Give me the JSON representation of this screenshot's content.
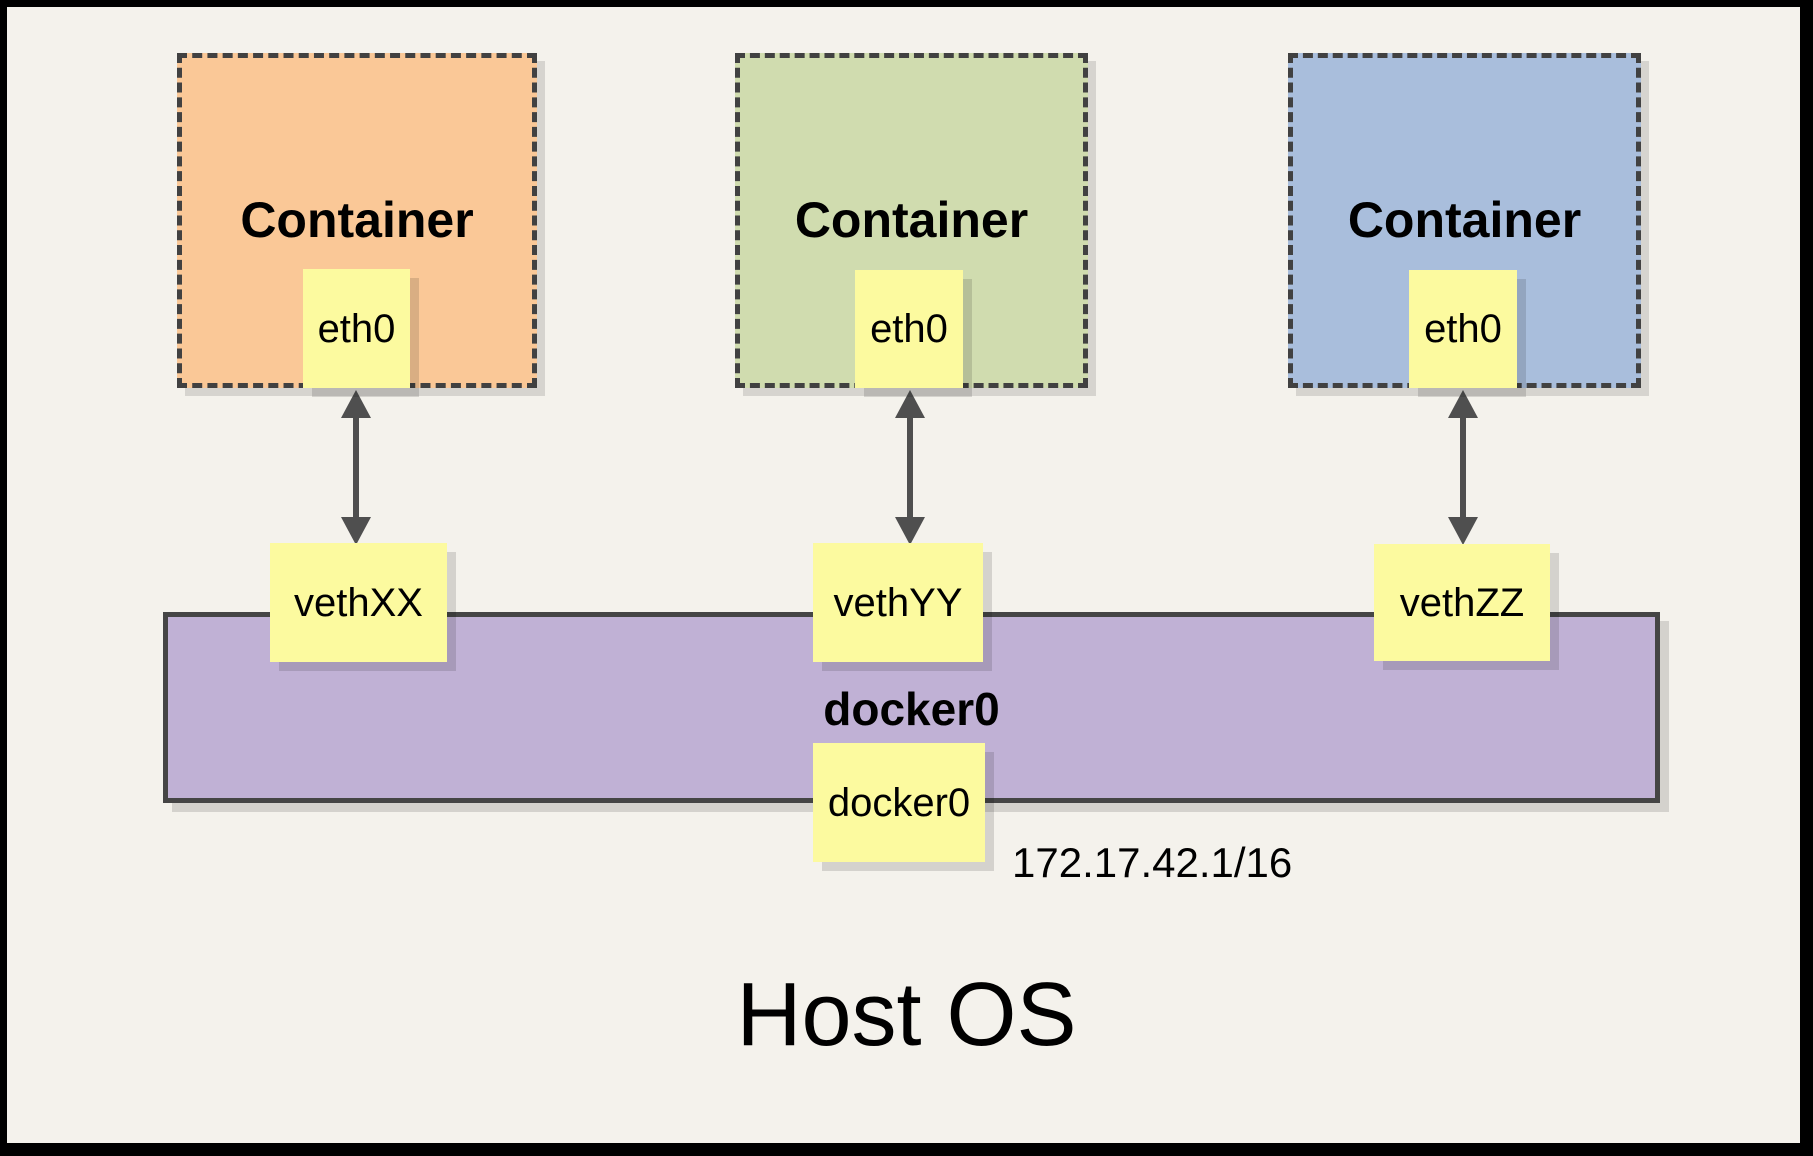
{
  "diagram": {
    "title": "Host OS",
    "containers": [
      {
        "label": "Container",
        "interface": "eth0",
        "veth": "vethXX",
        "fill": "#FAC897"
      },
      {
        "label": "Container",
        "interface": "eth0",
        "veth": "vethYY",
        "fill": "#D0DCAF"
      },
      {
        "label": "Container",
        "interface": "eth0",
        "veth": "vethZZ",
        "fill": "#A9BEDC"
      }
    ],
    "bridge": {
      "label": "docker0",
      "interface": "docker0",
      "ip": "172.17.42.1/16",
      "fill": "#C0B1D5"
    },
    "colors": {
      "background": "#F4F2EC",
      "node_fill": "#FCFA9F",
      "dashed_stroke": "#414141",
      "arrow": "#4F4F4F",
      "frame": "#000000"
    }
  }
}
